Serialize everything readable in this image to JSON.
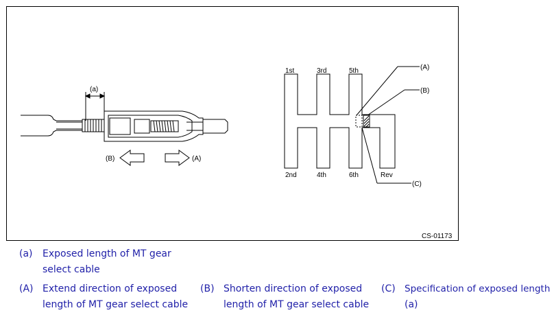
{
  "figure": {
    "code": "CS-01173",
    "cable_labels": {
      "dim": "(a)",
      "extend": "(A)",
      "shorten": "(B)"
    },
    "gear_labels": {
      "top": [
        "1st",
        "3rd",
        "5th"
      ],
      "bottom": [
        "2nd",
        "4th",
        "6th",
        "Rev"
      ],
      "callouts": {
        "A": "(A)",
        "B": "(B)",
        "C": "(C)"
      }
    }
  },
  "legend": [
    {
      "key": "(a)",
      "lines": [
        "Exposed length of MT gear",
        "select cable"
      ]
    },
    {
      "key": "(A)",
      "lines": [
        "Extend direction of exposed",
        "length of MT gear select cable"
      ]
    },
    {
      "key": "(B)",
      "lines": [
        "Shorten direction of exposed",
        "length of MT gear select cable"
      ]
    },
    {
      "key": "(C)",
      "lines": [
        "Specification of exposed length",
        "(a)"
      ]
    }
  ],
  "colors": {
    "legend_text": "#1f1fa8",
    "line": "#000000"
  }
}
